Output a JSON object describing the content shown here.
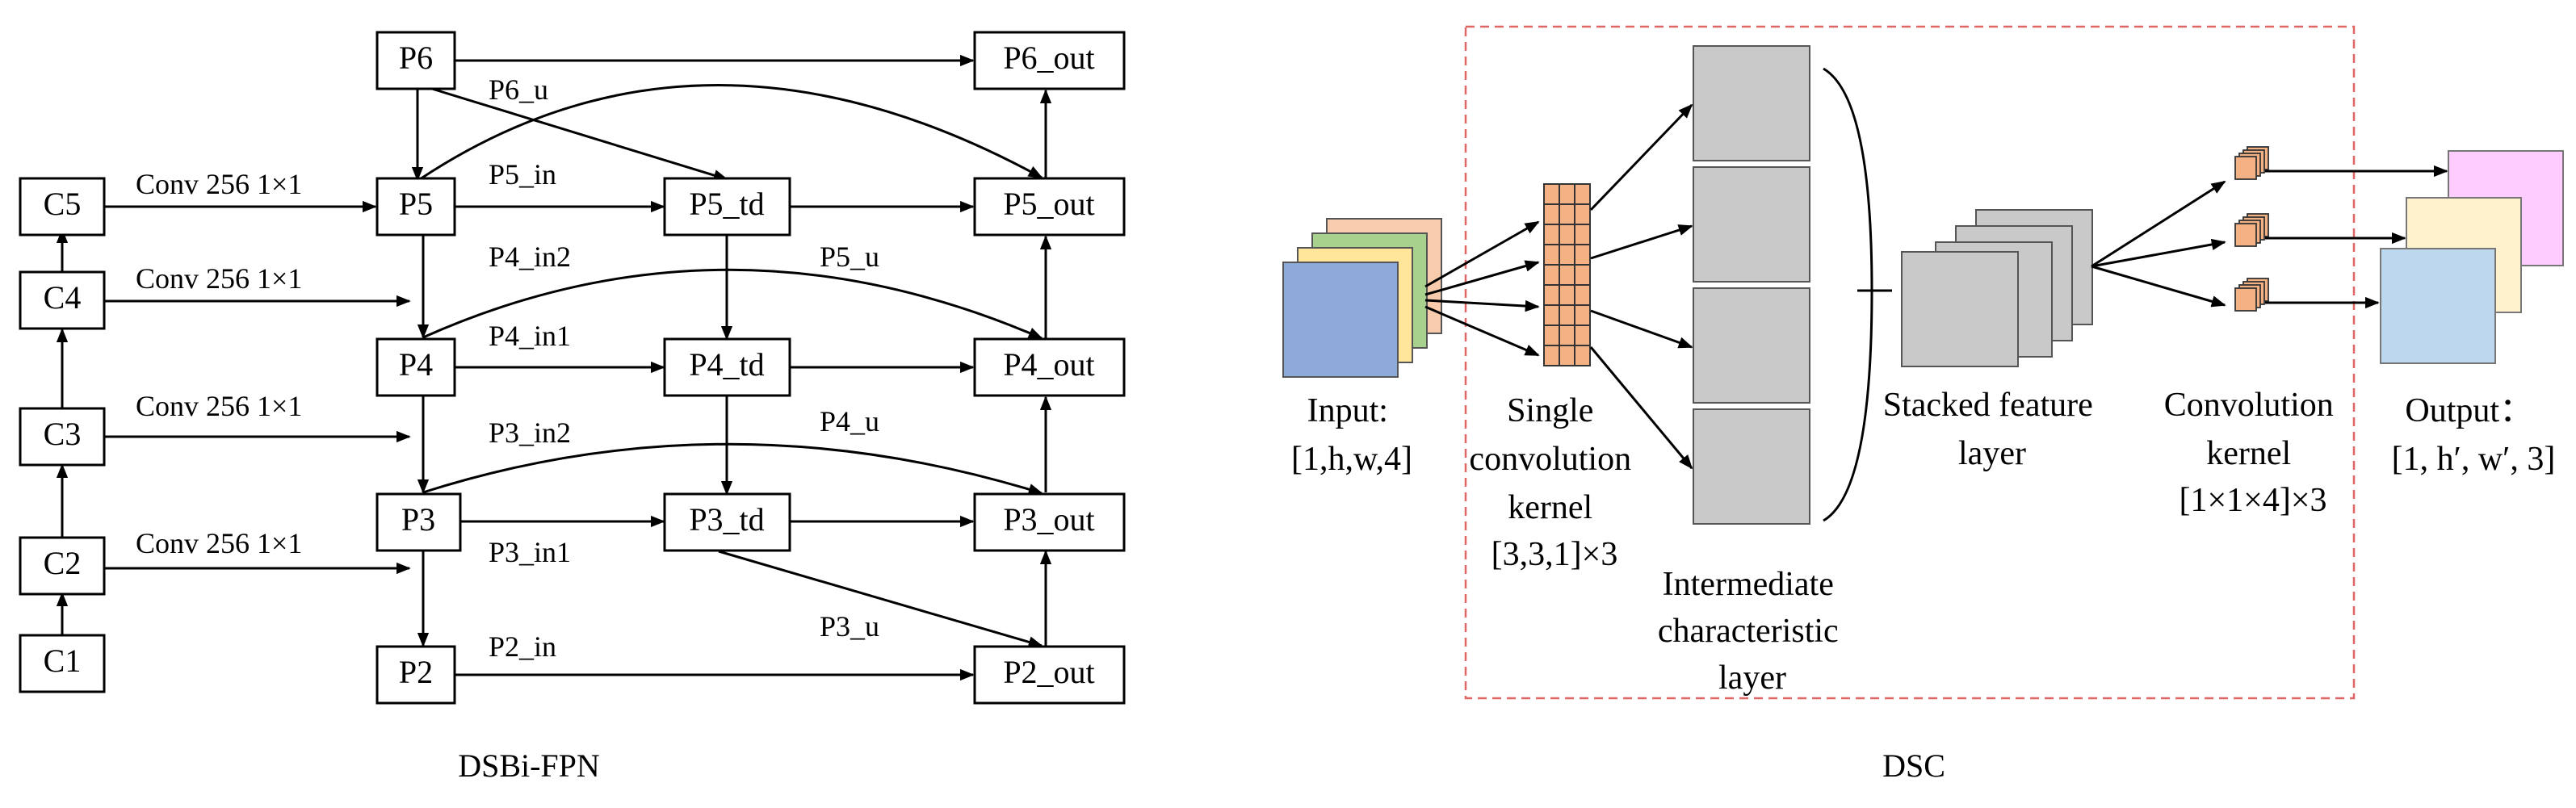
{
  "left": {
    "caption": "DSBi-FPN",
    "nodes": {
      "C1": "C1",
      "C2": "C2",
      "C3": "C3",
      "C4": "C4",
      "C5": "C5",
      "P2": "P2",
      "P3": "P3",
      "P4": "P4",
      "P5": "P5",
      "P6": "P6",
      "P3_td": "P3_td",
      "P4_td": "P4_td",
      "P5_td": "P5_td",
      "P2_out": "P2_out",
      "P3_out": "P3_out",
      "P4_out": "P4_out",
      "P5_out": "P5_out",
      "P6_out": "P6_out"
    },
    "edge_labels": {
      "conv_c5": "Conv 256 1×1",
      "conv_c4": "Conv 256 1×1",
      "conv_c3": "Conv 256 1×1",
      "conv_c2": "Conv 256 1×1",
      "p6_u": "P6_u",
      "p5_in": "P5_in",
      "p5_u": "P5_u",
      "p4_in2": "P4_in2",
      "p4_in1": "P4_in1",
      "p4_u": "P4_u",
      "p3_in2": "P3_in2",
      "p3_in1": "P3_in1",
      "p3_u": "P3_u",
      "p2_in": "P2_in"
    }
  },
  "right": {
    "caption": "DSC",
    "input_label": [
      "Input:",
      "[1,h,w,4]"
    ],
    "single_kernel_label": [
      "Single",
      "convolution",
      "kernel",
      "[3,3,1]×3"
    ],
    "intermediate_label": [
      "Intermediate",
      "characteristic",
      "layer"
    ],
    "stacked_label": [
      "Stacked feature",
      "layer"
    ],
    "conv_kernel_label": [
      "Convolution",
      "kernel",
      "[1×1×4]×3"
    ],
    "output_label": [
      "Output：",
      "[1, h′, w′, 3]"
    ],
    "colors": {
      "input_blue": "#8eaadb",
      "input_green": "#a9d18e",
      "input_yellow": "#ffe699",
      "input_orange": "#f8cbad",
      "kernel_orange": "#f4b183",
      "gray": "#c9c9c9",
      "output_blue": "#bdd7ee",
      "output_cream": "#fff2cc",
      "output_pink": "#ffccff",
      "dashed_border": "#e06666"
    }
  }
}
